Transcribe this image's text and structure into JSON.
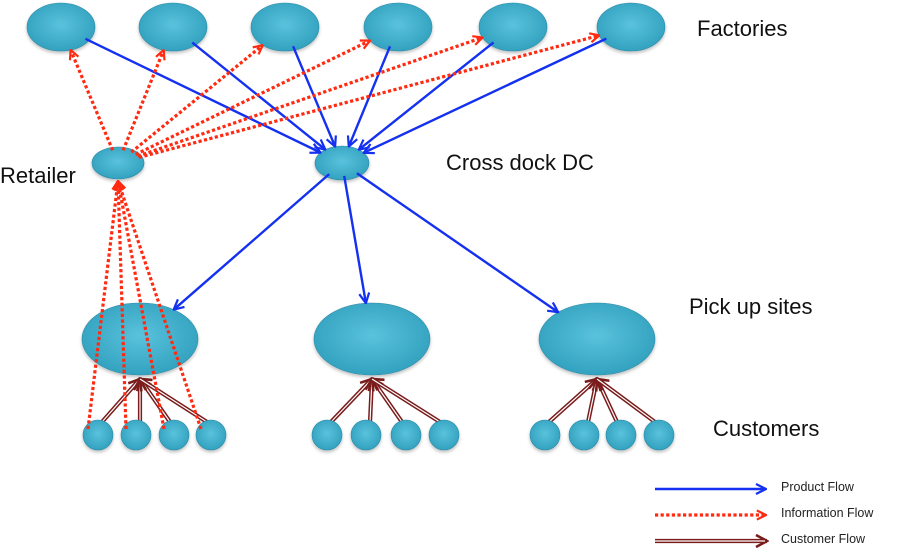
{
  "diagram": {
    "title": "Supply chain network with cross dock DC",
    "labels": {
      "factories": "Factories",
      "retailer": "Retailer",
      "cross_dock": "Cross dock DC",
      "pickup_sites": "Pick up sites",
      "customers": "Customers"
    },
    "colors": {
      "node": "#3aa9c6",
      "node_highlight": "#5ac2dc",
      "node_edge": "#2a8aa6",
      "product_flow": "#1430f0",
      "information_flow": "#ff2a10",
      "customer_flow": "#7a1c1c"
    },
    "nodes": {
      "factories": [
        "F1",
        "F2",
        "F3",
        "F4",
        "F5",
        "F6"
      ],
      "retailer": "R",
      "cross_dock": "DC",
      "pickup_sites": [
        "P1",
        "P2",
        "P3"
      ],
      "customers_per_site": 4
    },
    "edges": {
      "product_flow": [
        [
          "F1",
          "DC"
        ],
        [
          "F2",
          "DC"
        ],
        [
          "F3",
          "DC"
        ],
        [
          "F4",
          "DC"
        ],
        [
          "F5",
          "DC"
        ],
        [
          "F6",
          "DC"
        ],
        [
          "DC",
          "P1"
        ],
        [
          "DC",
          "P2"
        ],
        [
          "DC",
          "P3"
        ]
      ],
      "information_flow": [
        [
          "R",
          "F1"
        ],
        [
          "R",
          "F2"
        ],
        [
          "R",
          "F3"
        ],
        [
          "R",
          "F4"
        ],
        [
          "R",
          "F5"
        ],
        [
          "R",
          "F6"
        ],
        [
          "C1-1",
          "R"
        ],
        [
          "C1-2",
          "R"
        ],
        [
          "C1-3",
          "R"
        ],
        [
          "C1-4",
          "R"
        ]
      ],
      "customer_flow": [
        [
          "C1-1",
          "P1"
        ],
        [
          "C1-2",
          "P1"
        ],
        [
          "C1-3",
          "P1"
        ],
        [
          "C1-4",
          "P1"
        ],
        [
          "C2-1",
          "P2"
        ],
        [
          "C2-2",
          "P2"
        ],
        [
          "C2-3",
          "P2"
        ],
        [
          "C2-4",
          "P2"
        ],
        [
          "C3-1",
          "P3"
        ],
        [
          "C3-2",
          "P3"
        ],
        [
          "C3-3",
          "P3"
        ],
        [
          "C3-4",
          "P3"
        ]
      ]
    },
    "legend": [
      {
        "type": "product_flow",
        "label": "Product Flow"
      },
      {
        "type": "information_flow",
        "label": "Information Flow"
      },
      {
        "type": "customer_flow",
        "label": "Customer Flow"
      }
    ]
  }
}
